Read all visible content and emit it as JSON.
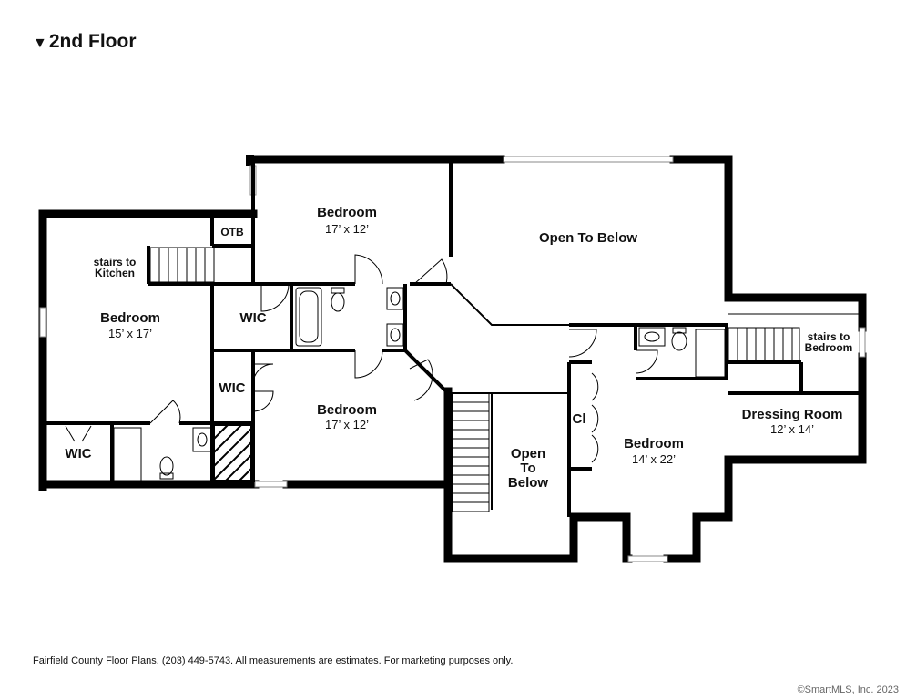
{
  "floor_title": "2nd Floor",
  "rooms": {
    "bedroom_top": {
      "name": "Bedroom",
      "dims": "17’ x 12’"
    },
    "open_below_top": {
      "name": "Open To Below"
    },
    "otb": {
      "name": "OTB"
    },
    "stairs_kitchen": {
      "line1": "stairs to",
      "line2": "Kitchen"
    },
    "bedroom_left": {
      "name": "Bedroom",
      "dims": "15’ x 17’"
    },
    "wic_upper": {
      "name": "WIC"
    },
    "wic_mid": {
      "name": "WIC"
    },
    "wic_bottom": {
      "name": "WIC"
    },
    "bedroom_center": {
      "name": "Bedroom",
      "dims": "17’ x 12’"
    },
    "open_below_center": {
      "line1": "Open",
      "line2": "To",
      "line3": "Below"
    },
    "closet": {
      "name": "Cl"
    },
    "bedroom_right": {
      "name": "Bedroom",
      "dims": "14’ x 22’"
    },
    "stairs_bedroom": {
      "line1": "stairs to",
      "line2": "Bedroom"
    },
    "dressing_room": {
      "name": "Dressing Room",
      "dims": "12’ x 14’"
    }
  },
  "footer": "Fairfield County Floor Plans. (203) 449-5743.  All measurements are estimates.  For marketing purposes only.",
  "copyright": "©SmartMLS, Inc.  2023"
}
